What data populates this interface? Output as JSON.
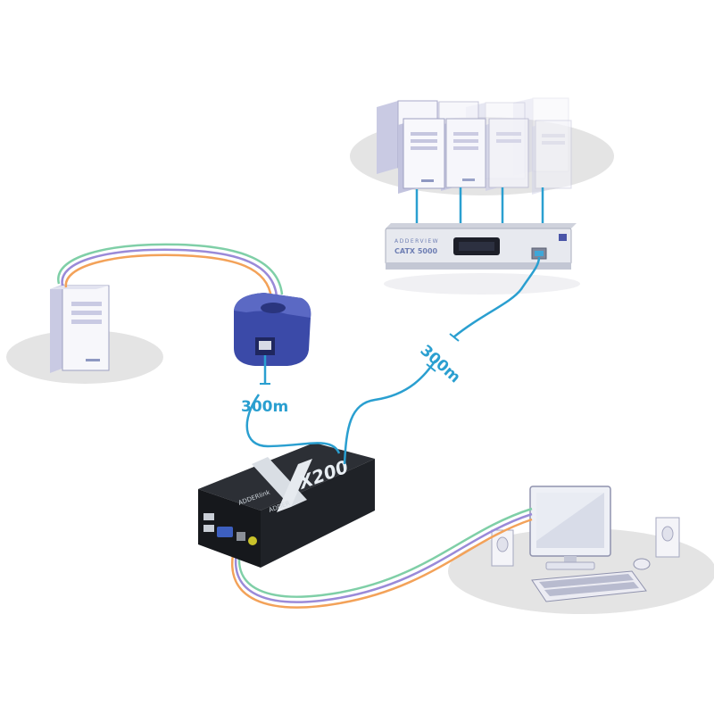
{
  "distance_labels": {
    "left": "300m",
    "right": "300m"
  },
  "kvm_switch": {
    "brand": "ADDERVIEW",
    "model": "CATX 5000"
  },
  "extender": {
    "brand": "ADDERlink",
    "model": "X200",
    "sub_label": "ADDER"
  },
  "colors": {
    "cable_blue": "#2a9fd0",
    "cable_green": "#7fcfa7",
    "cable_purple": "#9a8ad8",
    "cable_orange": "#f3a259",
    "floor_shadow": "#e4e4e4",
    "dongle_blue": "#3b4aa8"
  }
}
